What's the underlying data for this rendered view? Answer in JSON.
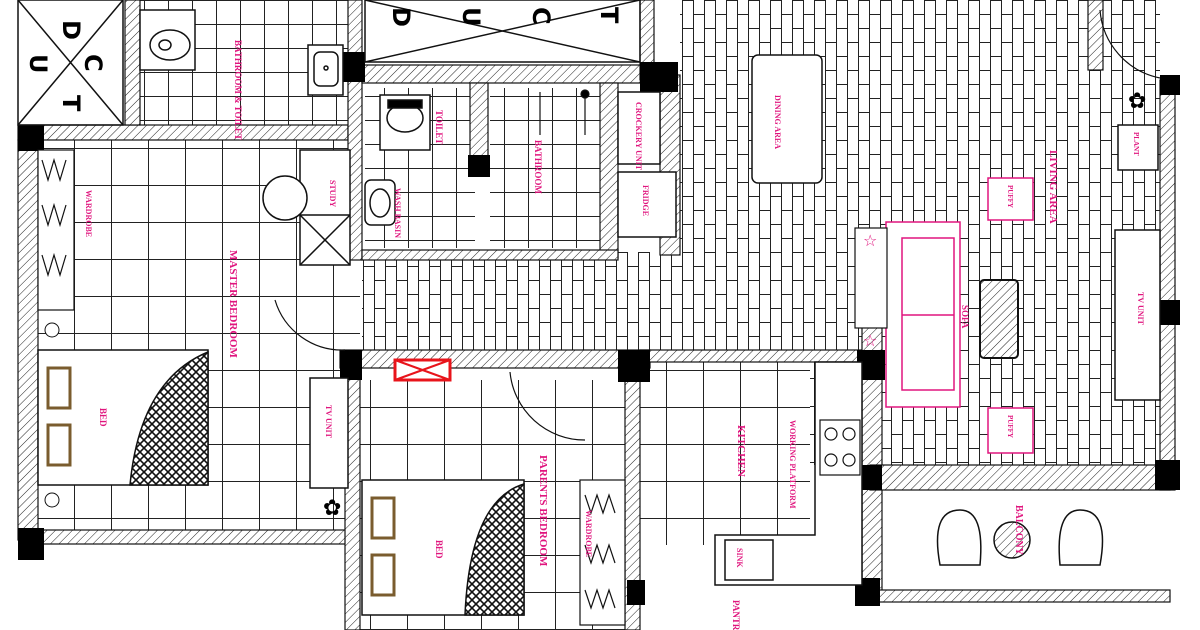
{
  "colors": {
    "line": "#111111",
    "label": "#e0157e",
    "sofa": "#e0157e",
    "cabinet": "#7a5c2e",
    "alarm": "#e8141b",
    "background": "#ffffff"
  },
  "duct_letters": [
    "D",
    "U",
    "C",
    "T"
  ],
  "rooms": {
    "bathroom_toilet": "BATHROOM & TOILET",
    "toilet": "TOILET",
    "bathroom": "BATHROOM",
    "crockery_unit": "CROCKERY UNIT",
    "fridge": "FRIDGE",
    "dining_area": "DINING AREA",
    "living_area": "LIVING AREA",
    "wash_basin": "WASH BASIN",
    "study": "STUDY",
    "wardrobe_master": "WARDROBE",
    "master_bedroom": "MASTER BEDROOM",
    "bed_master": "BED",
    "tv_unit_master": "TV UNIT",
    "bed_parents": "BED",
    "parents_bedroom": "PARENTS BEDROOM",
    "wardrobe_parents": "WARDROBE",
    "kitchen": "KITCHEN",
    "working_platform": "WORKING PLATFORM",
    "sink": "SINK",
    "sofa": "SOFA",
    "puffy_top": "PUFFY",
    "puffy_bottom": "PUFFY",
    "tv_unit_living": "TV UNIT",
    "balcony": "BALCONY",
    "plant": "PLANT",
    "pantry": "PANTRY"
  },
  "icons": [
    "star-icon",
    "plant-icon",
    "wash-basin-icon",
    "toilet-icon",
    "stove-icon",
    "alarm-icon"
  ]
}
